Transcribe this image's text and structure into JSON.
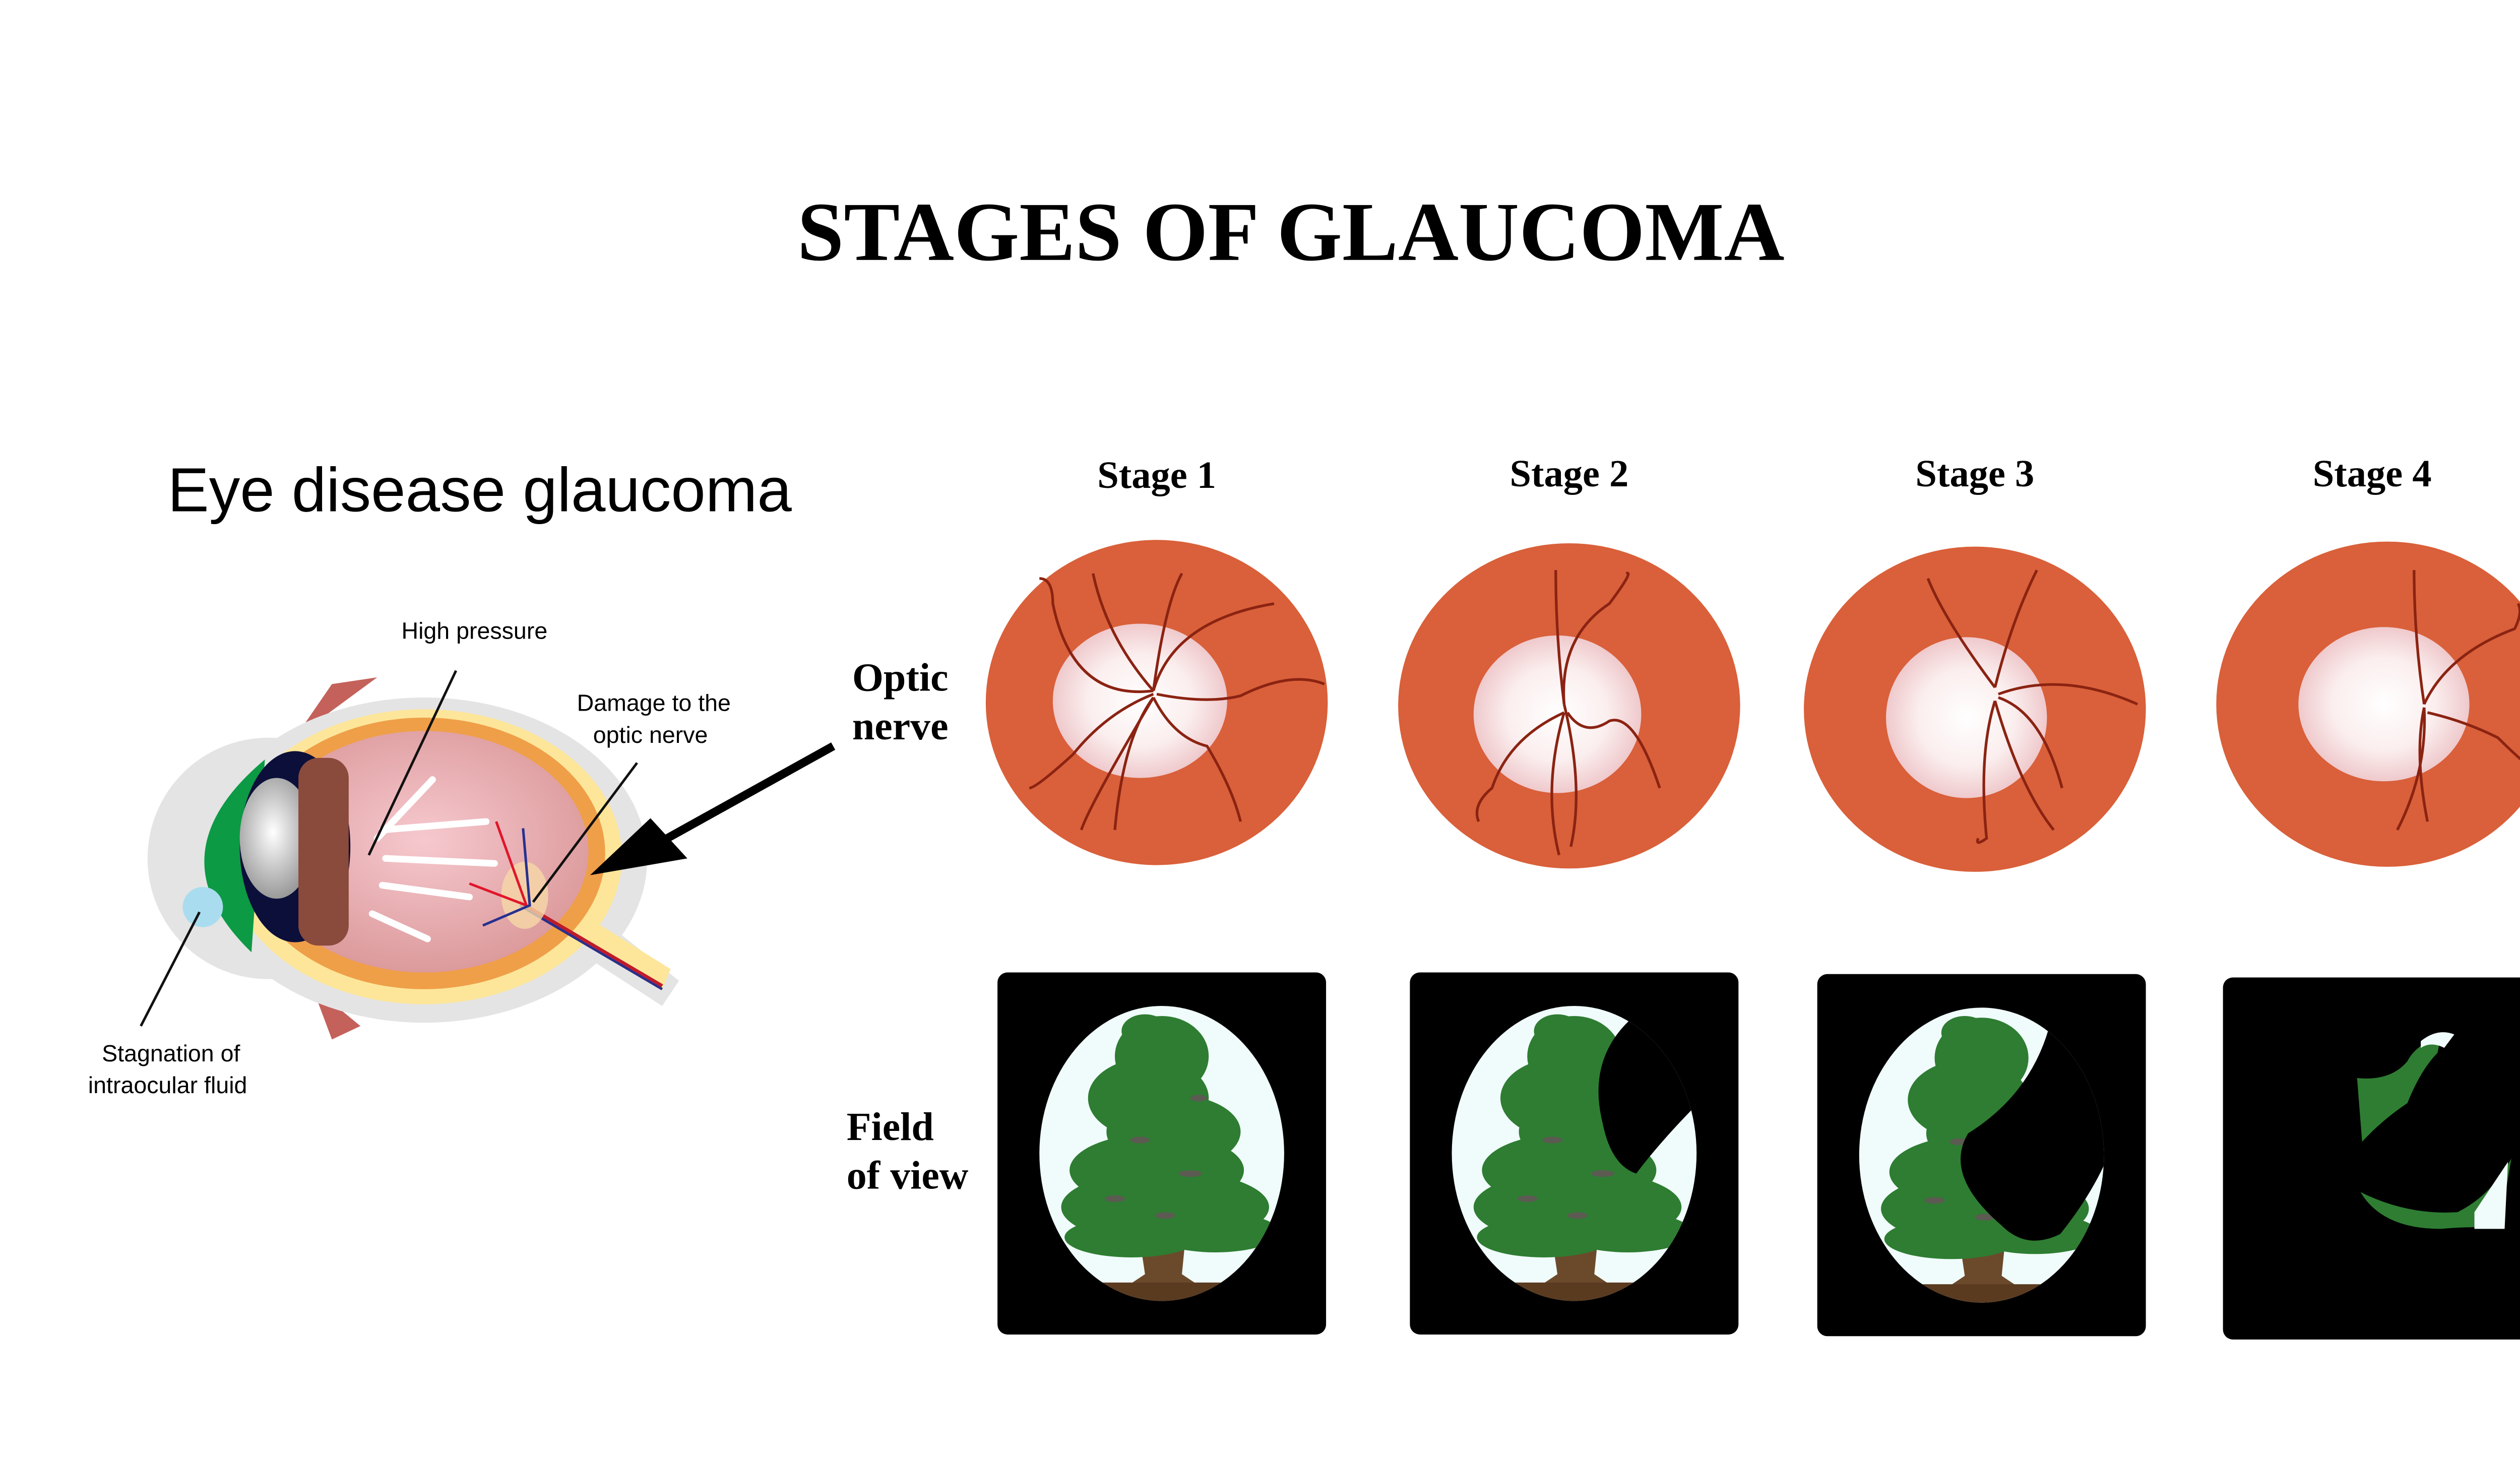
{
  "title": "STAGES OF GLAUCOMA",
  "eye_diagram": {
    "heading": "Eye disease glaucoma",
    "labels": {
      "high_pressure": "High pressure",
      "damage_line1": "Damage to the",
      "damage_line2": "optic nerve",
      "stagnation_line1": "Stagnation of",
      "stagnation_line2": "intraocular fluid"
    }
  },
  "row_labels": {
    "optic_line1": "Optic",
    "optic_line2": "nerve",
    "field_line1": "Field",
    "field_line2": "of view"
  },
  "stages": [
    {
      "label": "Stage 1"
    },
    {
      "label": "Stage 2"
    },
    {
      "label": "Stage 3"
    },
    {
      "label": "Stage 4"
    }
  ],
  "colors": {
    "disc": "#d9603a",
    "vessel": "#8b2312",
    "foliage": "#2e7d32",
    "trunk": "#6b4a2b",
    "sky": "#f0fbfb"
  }
}
